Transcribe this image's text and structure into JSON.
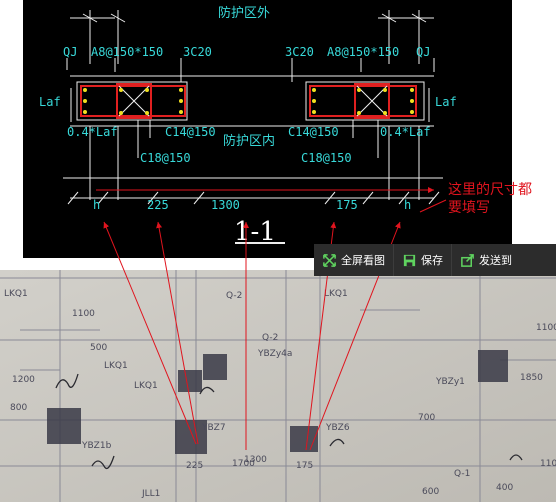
{
  "drawing": {
    "top_label": "防护区外",
    "inner_label": "防护区内",
    "section_label": "1-1",
    "left_labels": [
      "QJ",
      "A8@150*150",
      "3C20",
      "Laf",
      "0.4*Laf",
      "C14@150",
      "C18@150"
    ],
    "right_labels": [
      "3C20",
      "A8@150*150",
      "QJ",
      "Laf",
      "C14@150",
      "0.4*Laf",
      "C18@150"
    ],
    "dimensions": [
      "h",
      "225",
      "1300",
      "175",
      "h"
    ]
  },
  "annotation": {
    "line1": "这里的尺寸都",
    "line2": "要填写",
    "color": "#e0141e"
  },
  "toolbar": {
    "fullscreen_label": "全屏看图",
    "save_label": "保存",
    "send_label": "发送到"
  },
  "photo": {
    "labels": [
      "LKQ1",
      "Q-2",
      "LKQ1",
      "Q-2",
      "YBZy4a",
      "LKQ1",
      "YBZy1",
      "YBZ1b",
      "LKQ1",
      "YBZ7",
      "YBZ6",
      "1100",
      "500",
      "1200",
      "800",
      "700",
      "1700",
      "1100",
      "1850",
      "Q-1",
      "600",
      "400",
      "1100",
      "225",
      "1300",
      "175",
      "JLL1"
    ]
  }
}
